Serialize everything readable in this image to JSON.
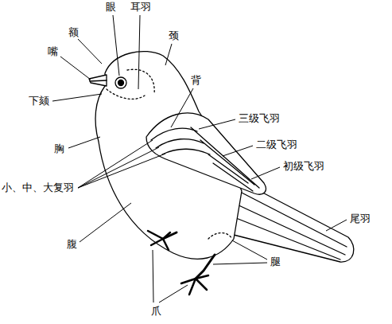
{
  "diagram": {
    "labels": [
      "额",
      "眼",
      "耳羽",
      "颈",
      "嘴",
      "背",
      "下颏",
      "三级飞羽",
      "胸",
      "二级飞羽",
      "初级飞羽",
      "小、中、大复羽",
      "尾羽",
      "腹",
      "腿",
      "爪"
    ]
  }
}
